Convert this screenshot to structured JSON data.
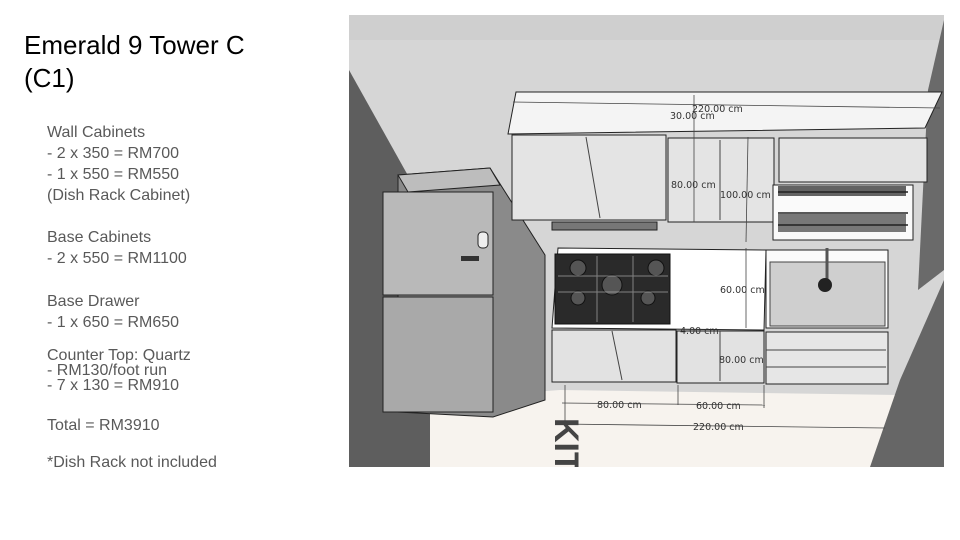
{
  "title": {
    "line1": "Emerald 9 Tower C",
    "line2": "(C1)"
  },
  "wall_cabinets": {
    "heading": "Wall Cabinets",
    "line1": "- 2 x 350 = RM700",
    "line2": "- 1 x 550 = RM550",
    "line3": "(Dish Rack Cabinet)"
  },
  "base_cabinets": {
    "heading": "Base Cabinets",
    "line1": "- 2 x 550 = RM1100"
  },
  "base_drawer": {
    "heading": "Base Drawer",
    "line1": "- 1 x 650 = RM650"
  },
  "counter_top": {
    "heading": "Counter Top: Quartz",
    "line1": "- RM130/foot run",
    "line2": "- 7 x 130 = RM910"
  },
  "total": "Total = RM3910",
  "note": "*Dish Rack not included",
  "rendering": {
    "floor_text": "KITC",
    "dimensions": {
      "top_width": "220.00 cm",
      "upper_depth": "30.00 cm",
      "upper_height": "80.00 cm",
      "gap_height": "100.00 cm",
      "counter_depth": "60.00 cm",
      "counter_thickness": "4.00 cm",
      "base_height": "80.00 cm",
      "base_left_width": "80.00 cm",
      "base_mid_width": "60.00 cm",
      "bottom_width": "220.00 cm"
    }
  }
}
